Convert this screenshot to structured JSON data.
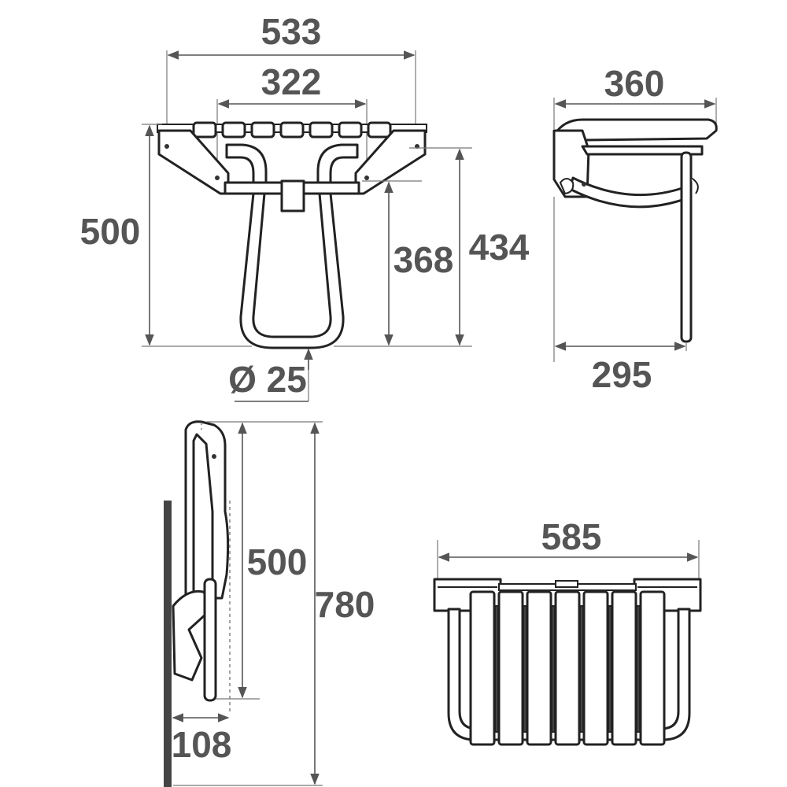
{
  "colors": {
    "dimension": "#555555",
    "outline": "#222222",
    "background": "#ffffff"
  },
  "front_view": {
    "width_overall": "533",
    "width_inner": "322",
    "height_overall": "500",
    "height_seat_to_floor": "368",
    "height_frame": "434",
    "tube_diameter": "Ø 25"
  },
  "side_view_open": {
    "depth_seat": "360",
    "depth_leg": "295"
  },
  "side_view_folded": {
    "height_folded": "500",
    "height_total": "780",
    "depth_folded": "108"
  },
  "top_view": {
    "width_total": "585"
  }
}
